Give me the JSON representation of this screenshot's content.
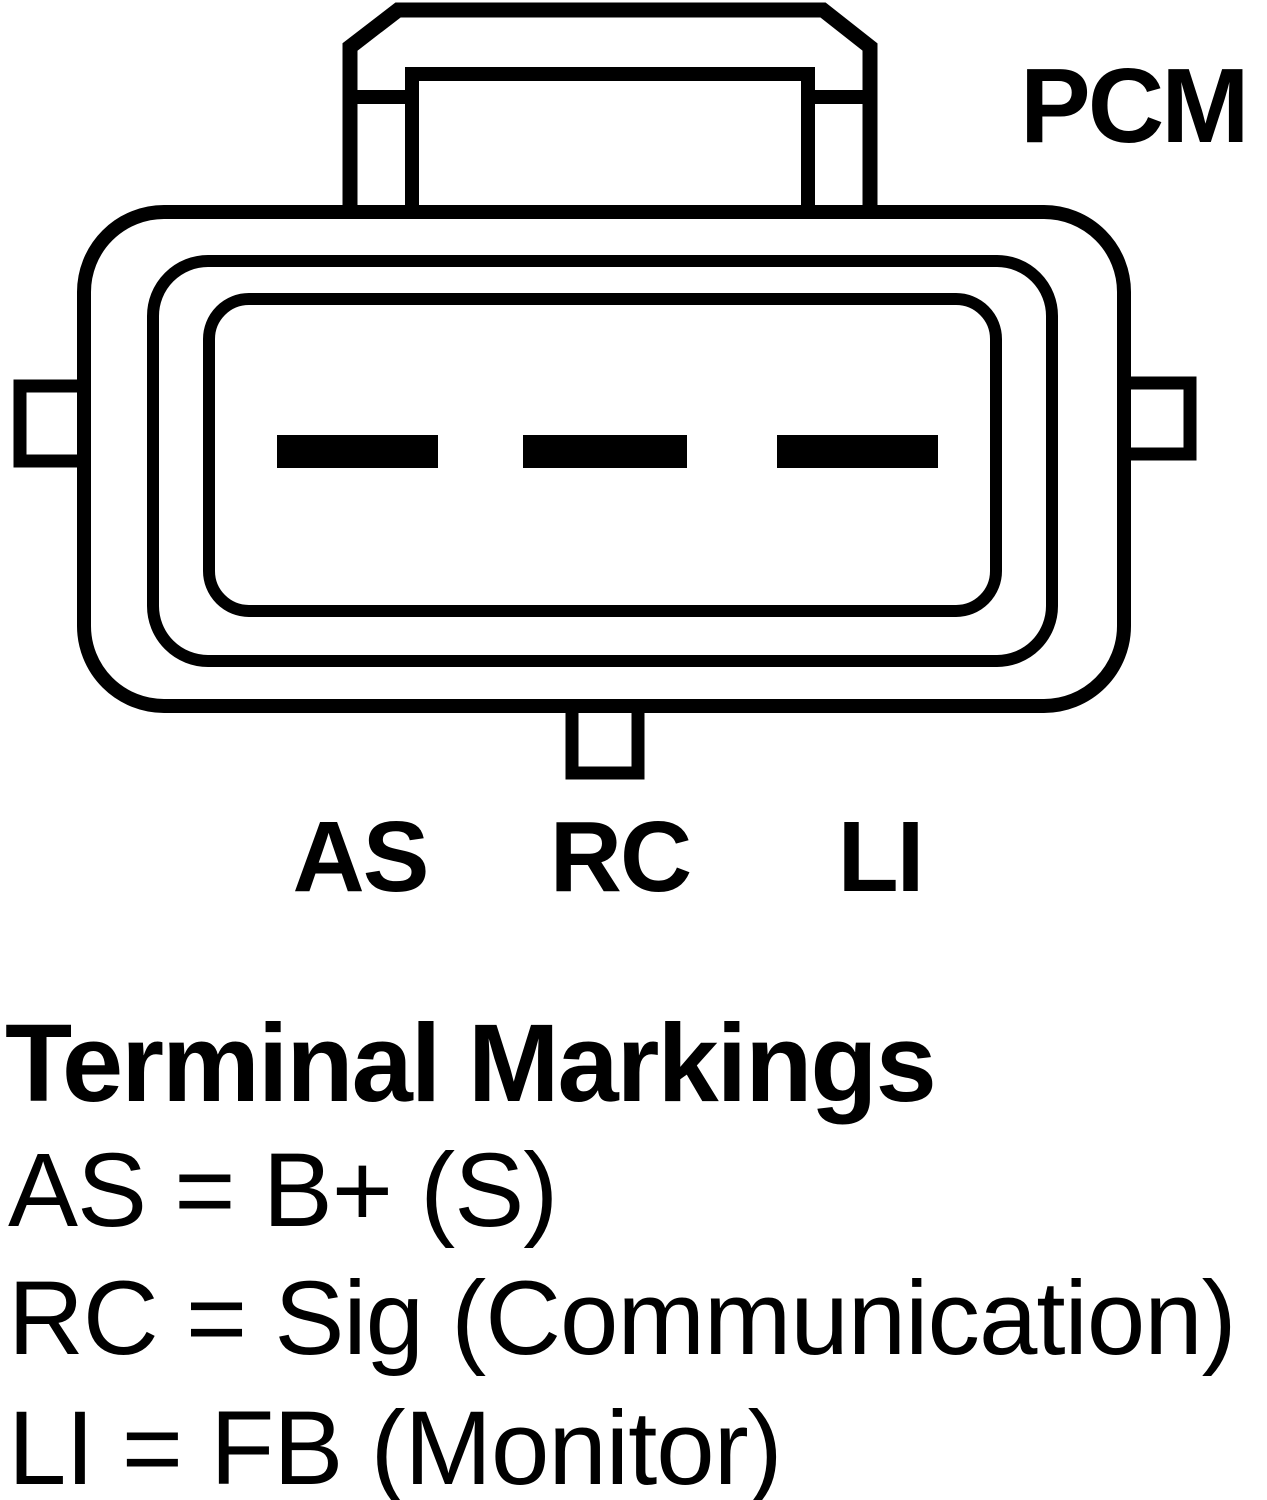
{
  "diagram": {
    "connector_label": "PCM",
    "pin_labels": [
      "AS",
      "RC",
      "LI"
    ],
    "pin_count": 3
  },
  "legend": {
    "title": "Terminal Markings",
    "entries": [
      "AS = B+ (S)",
      "RC = Sig (Communication)",
      "LI = FB (Monitor)"
    ]
  },
  "colors": {
    "line": "#000000",
    "background": "#ffffff"
  }
}
